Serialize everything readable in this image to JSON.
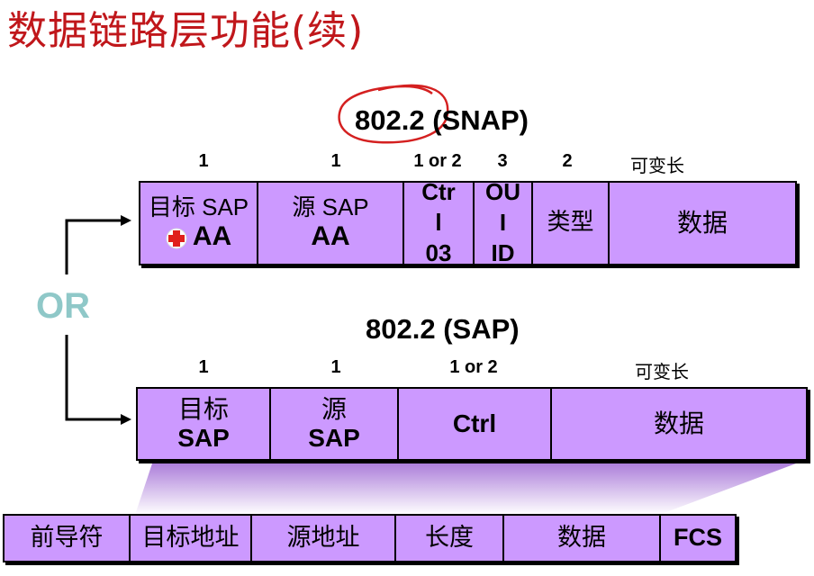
{
  "title": "数据链路层功能(续)",
  "snap": {
    "header": "802.2 (SNAP)",
    "sizes": [
      "1",
      "1",
      "1 or 2",
      "3",
      "2",
      "可变长"
    ],
    "fields": {
      "dsap_label": "目标 SAP",
      "dsap_value": "AA",
      "ssap_label": "源 SAP",
      "ssap_value": "AA",
      "ctrl_line1": "Ctr",
      "ctrl_line2": "l",
      "ctrl_line3": "03",
      "oui_line1": "OU",
      "oui_line2": "I",
      "oui_line3": "ID",
      "type": "类型",
      "data": "数据"
    }
  },
  "sap": {
    "header": "802.2 (SAP)",
    "sizes": [
      "1",
      "1",
      "1 or 2",
      "可变长"
    ],
    "fields": {
      "dsap_line1": "目标",
      "dsap_line2": "SAP",
      "ssap_line1": "源",
      "ssap_line2": "SAP",
      "ctrl": "Ctrl",
      "data": "数据"
    }
  },
  "or_label": "OR",
  "frame_fields": [
    "前导符",
    "目标地址",
    "源地址",
    "长度",
    "数据",
    "FCS"
  ],
  "colors": {
    "title": "#c0171b",
    "field_fill": "#cc99ff",
    "or_text": "#8fc8c8",
    "highlight_circle": "#d42020",
    "funnel_gradient": [
      "#a878d8",
      "#ffffff"
    ]
  },
  "icons": {
    "cross_icon": "red-cross-icon"
  }
}
